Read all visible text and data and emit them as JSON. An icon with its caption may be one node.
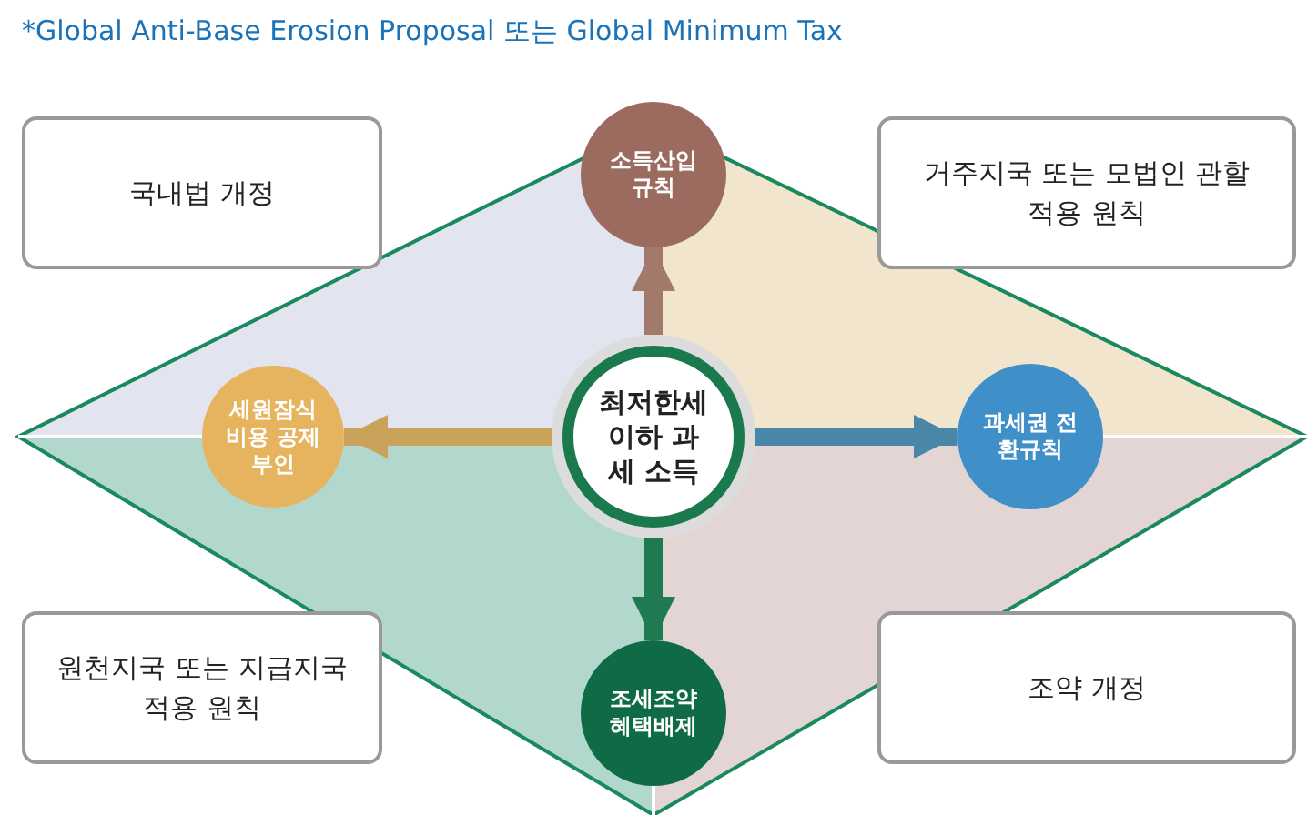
{
  "diagram": {
    "title": "*Global Anti-Base Erosion Proposal 또는 Global Minimum Tax",
    "nodes": [
      {
        "text": [
          "국내법 개정"
        ]
      },
      {
        "text": [
          "소득산입 규칙"
        ]
      },
      {
        "text": [
          "거주지국 또는 모법인 관할 적용 원칙"
        ]
      },
      {
        "text": [
          "세원잠식 비용 공제부인"
        ]
      },
      {
        "text": [
          "최저한세 이하 과세 소득"
        ]
      },
      {
        "text": [
          "과세권 전환규칙"
        ]
      },
      {
        "text": [
          "원천지국 또는 지급지국 적용 원칙"
        ]
      },
      {
        "text": [
          "조세조약 혜택배제"
        ]
      },
      {
        "text": [
          "조약 개정"
        ]
      }
    ],
    "edges": [
      {
        "from": 4,
        "to": 1,
        "arrow": "to",
        "color": "#a27a6c"
      },
      {
        "from": 4,
        "to": 3,
        "arrow": "to",
        "color": "#c9a35a"
      },
      {
        "from": 4,
        "to": 5,
        "arrow": "to",
        "color": "#4a86a8"
      },
      {
        "from": 4,
        "to": 7,
        "arrow": "to",
        "color": "#1f7a52"
      }
    ]
  }
}
